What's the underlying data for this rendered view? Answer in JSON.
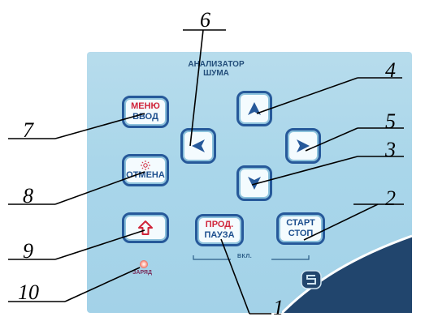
{
  "panel": {
    "title_line1": "АНАЛИЗАТОР",
    "title_line2": "ШУМА",
    "charge_label": "ЗАРЯД",
    "on_label": "ВКЛ.",
    "colors": {
      "panel": "#a9d6ea",
      "key_border": "#26599a",
      "label_red": "#d0253a",
      "label_blue": "#1d4f8e"
    }
  },
  "keys": {
    "menu": {
      "line1": "МЕНЮ",
      "line2": "ВВОД"
    },
    "cancel": {
      "icon": "sun-icon",
      "line2": "ОТМЕНА"
    },
    "shift": {
      "icon": "arrow-up-outline-icon"
    },
    "prod": {
      "line1": "ПРОД.",
      "line2": "ПАУЗА"
    },
    "start": {
      "line1": "СТАРТ",
      "line2": "СТОП"
    },
    "up": {
      "icon": "arrow-up-icon"
    },
    "down": {
      "icon": "arrow-down-icon"
    },
    "left": {
      "icon": "arrow-left-icon"
    },
    "right": {
      "icon": "arrow-right-icon"
    }
  },
  "callouts": [
    "1",
    "2",
    "3",
    "4",
    "5",
    "6",
    "7",
    "8",
    "9",
    "10"
  ]
}
